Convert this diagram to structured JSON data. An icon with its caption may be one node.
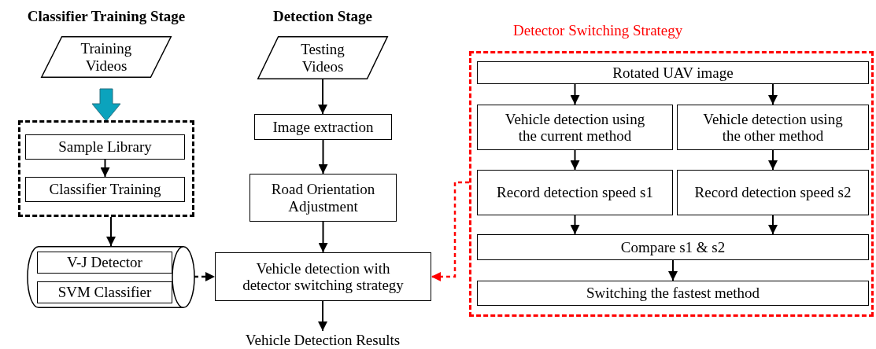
{
  "diagram": {
    "nodes": [
      {
        "text": [
          "Training Videos"
        ]
      },
      {
        "text": [],
        "shape": "box"
      },
      {
        "text": [
          "Sample Library"
        ],
        "in": 1
      },
      {
        "text": [
          "Classifier Training"
        ],
        "in": 1
      },
      {
        "text": [],
        "shape": "cylinder"
      },
      {
        "text": [
          "V-J Detector"
        ],
        "in": 4
      },
      {
        "text": [
          "SVM Classifier"
        ],
        "in": 4
      },
      {
        "text": [
          "Testing Videos"
        ]
      },
      {
        "text": [
          "Image extraction"
        ]
      },
      {
        "text": [
          "Road Orientation Adjustment"
        ]
      },
      {
        "text": [
          "Vehicle detection with detector switching strategy"
        ]
      },
      {
        "text": [
          "Vehicle Detection Results"
        ]
      },
      {
        "text": [
          "Detector Switching Strategy"
        ]
      },
      {
        "text": [
          "Rotated UAV image"
        ],
        "in": 12
      },
      {
        "text": [
          "Vehicle detection using the current method"
        ],
        "in": 12
      },
      {
        "text": [
          "Vehicle detection using the other method"
        ],
        "in": 12
      },
      {
        "text": [
          "Record detection speed s1"
        ],
        "in": 12
      },
      {
        "text": [
          "Record detection speed s2"
        ],
        "in": 12
      },
      {
        "text": [
          "Compare s1 & s2"
        ],
        "in": 12
      },
      {
        "text": [
          "Switching the fastest method"
        ],
        "in": 12
      }
    ],
    "edges": [
      {
        "from": 0,
        "to": 1,
        "arrow": "to",
        "style": "thick",
        "color": "#0ba3bd"
      },
      {
        "from": 2,
        "to": 3,
        "arrow": "to"
      },
      {
        "from": 1,
        "to": 4,
        "arrow": "to"
      },
      {
        "from": 4,
        "to": 10,
        "arrow": "to",
        "style": "dashed"
      },
      {
        "from": 7,
        "to": 8,
        "arrow": "to"
      },
      {
        "from": 8,
        "to": 9,
        "arrow": "to"
      },
      {
        "from": 9,
        "to": 10,
        "arrow": "to"
      },
      {
        "from": 10,
        "to": 11,
        "arrow": "to"
      },
      {
        "from": 12,
        "to": 10,
        "arrow": "to",
        "style": "dashed",
        "color": "#ff0000"
      },
      {
        "from": 13,
        "to": 14,
        "arrow": "to"
      },
      {
        "from": 13,
        "to": 15,
        "arrow": "to"
      },
      {
        "from": 14,
        "to": 16,
        "arrow": "to"
      },
      {
        "from": 15,
        "to": 17,
        "arrow": "to"
      },
      {
        "from": 16,
        "to": 18,
        "arrow": "to"
      },
      {
        "from": 17,
        "to": 18,
        "arrow": "to"
      },
      {
        "from": 18,
        "to": 19,
        "arrow": "to"
      }
    ],
    "labels": [
      "Classifier Training Stage",
      "Detection Stage"
    ]
  }
}
